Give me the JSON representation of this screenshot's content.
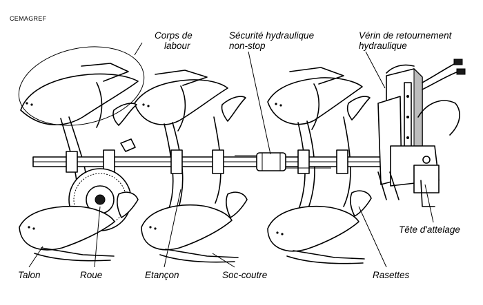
{
  "credit": "CEMAGREF",
  "labels": {
    "corps_de_labour": [
      "Corps de",
      "labour"
    ],
    "securite_hydraulique": [
      "Sécurité hydraulique",
      "non-stop"
    ],
    "verin_retournement": [
      "Vérin de retournement",
      "hydraulique"
    ],
    "tete_attelage": "Tête d'attelage",
    "talon": "Talon",
    "roue": "Roue",
    "etancon": "Etançon",
    "soc_coutre": "Soc-coutre",
    "rasettes": "Rasettes"
  }
}
